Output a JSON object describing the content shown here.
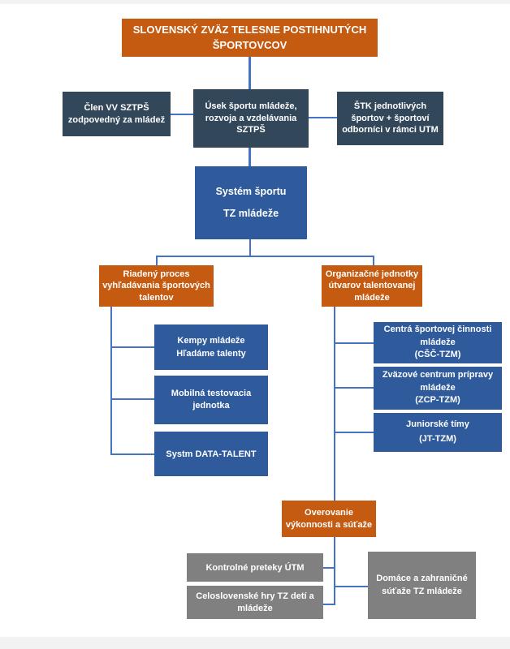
{
  "colors": {
    "orange_box": "#C55A11",
    "navy_box": "#33475B",
    "blue_box": "#2F5B9C",
    "gray_box": "#808080",
    "connector_line": "#4472C4",
    "page_strip": "#F2F2F2",
    "box_text": "#FFFFFF"
  },
  "org_chart": {
    "title": "SLOVENSKÝ ZVÄZ TELESNE POSTIHNUTÝCH\nŠPORTOVCOV",
    "nodes": {
      "clen": "Člen VV SZTPŠ\nzodpovedný za mládež",
      "usek": "Úsek športu mládeže,\nrozvoja a vzdelávania\nSZTPŠ",
      "stk": "ŠTK jednotlivých\nšportov + športoví\nodborníci v rámci UTM",
      "system": "Systém športu\nTZ mládeže",
      "riadeny": "Riadený proces\nvyhľadávania športových\ntalentov",
      "organizacne": "Organizačné jednotky\nútvarov talentovanej\nmládeže",
      "kempy": "Kempy mládeže\nHľadáme talenty",
      "mobilna": "Mobilná testovacia\njednotka",
      "datatalent": "Systm DATA-TALENT",
      "centra": "Centrá športovej činnosti\nmládeže\n(CŠČ-TZM)",
      "zvazove": "Zväzové centrum prípravy\nmládeže\n(ZCP-TZM)",
      "juniorske": "Juniorské tímy\n(JT-TZM)",
      "overovanie": "Overovanie\nvýkonnosti a súťaže",
      "kontrolne": "Kontrolné preteky ÚTM",
      "celoslovenske": "Celoslovenské hry TZ detí a\nmládeže",
      "domace": "Domáce a zahraničné\nsúťaže TZ mládeže"
    }
  }
}
